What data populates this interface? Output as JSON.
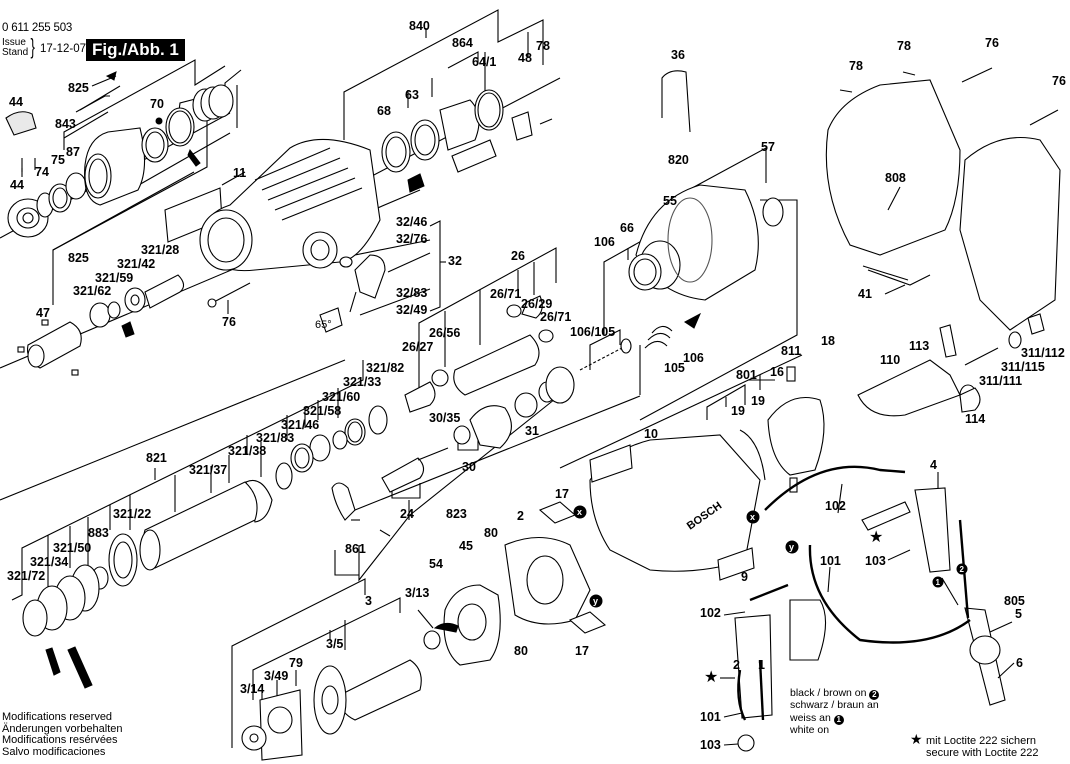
{
  "header": {
    "part_number": "0 611 255 503",
    "issue_label_en": "Issue",
    "issue_label_de": "Stand",
    "issue_date": "17-12-07",
    "figure_label": "Fig./Abb. 1"
  },
  "footer": {
    "modifications": [
      "Modifications reserved",
      "Änderungen vorbehalten",
      "Modifications resérvées",
      "Salvo modificaciones"
    ],
    "loctite_note_de": "mit Loctite 222 sichern",
    "loctite_note_en": "secure with Loctite 222",
    "star_symbol": "★"
  },
  "wiring_notes": {
    "black_brown_en": "black / brown on",
    "black_brown_de": "schwarz / braun an",
    "white_de": "weiss an",
    "white_en": "white on",
    "terminal_1": "1",
    "terminal_2": "2"
  },
  "connector_marks": {
    "x": "x",
    "y": "y"
  },
  "angle_label": "65°",
  "brand_mark": "BOSCH",
  "callouts": {
    "c825a": "825",
    "c44a": "44",
    "c843": "843",
    "c70": "70",
    "c74": "74",
    "c75": "75",
    "c87": "87",
    "c44b": "44",
    "c840": "840",
    "c864": "864",
    "c64_1": "64/1",
    "c48": "48",
    "c78a": "78",
    "c68": "68",
    "c63": "63",
    "c11": "11",
    "c36": "36",
    "c78b": "78",
    "c78c": "78",
    "c76a": "76",
    "c76b": "76",
    "c808": "808",
    "c41": "41",
    "c820": "820",
    "c57": "57",
    "c55": "55",
    "c66": "66",
    "c106a": "106",
    "c106_105": "106/105",
    "c105": "105",
    "c106b": "106",
    "c32_46": "32/46",
    "c32_76": "32/76",
    "c32": "32",
    "c32_83": "32/83",
    "c32_49": "32/49",
    "c825b": "825",
    "c321_28": "321/28",
    "c321_42": "321/42",
    "c321_59": "321/59",
    "c321_62": "321/62",
    "c47": "47",
    "c76c": "76",
    "c26": "26",
    "c26_71a": "26/71",
    "c26_29": "26/29",
    "c26_71b": "26/71",
    "c26_56": "26/56",
    "c26_27": "26/27",
    "c321_82": "321/82",
    "c321_33": "321/33",
    "c321_60": "321/60",
    "c321_58": "321/58",
    "c321_46": "321/46",
    "c321_83": "321/83",
    "c321_38": "321/38",
    "c321_37": "321/37",
    "c821": "821",
    "c321_22": "321/22",
    "c883": "883",
    "c321_50": "321/50",
    "c321_34": "321/34",
    "c321_72": "321/72",
    "c30_35": "30/35",
    "c30": "30",
    "c31": "31",
    "c24": "24",
    "c823": "823",
    "c861": "861",
    "c10": "10",
    "c801": "801",
    "c19a": "19",
    "c19b": "19",
    "c16": "16",
    "c811": "811",
    "c18": "18",
    "c110": "110",
    "c113": "113",
    "c114": "114",
    "c311_112": "311/112",
    "c311_115": "311/115",
    "c311_111": "311/111",
    "c17a": "17",
    "c2": "2",
    "c80a": "80",
    "c45": "45",
    "c54": "54",
    "c9": "9",
    "c102a": "102",
    "c4": "4",
    "c103a": "103",
    "c101a": "101",
    "c3": "3",
    "c3_13": "3/13",
    "c3_5": "3/5",
    "c79": "79",
    "c3_49": "3/49",
    "c3_14": "3/14",
    "c80b": "80",
    "c17b": "17",
    "c805": "805",
    "c5": "5",
    "c6": "6",
    "c102b": "102",
    "c101b": "101",
    "c103b": "103"
  }
}
